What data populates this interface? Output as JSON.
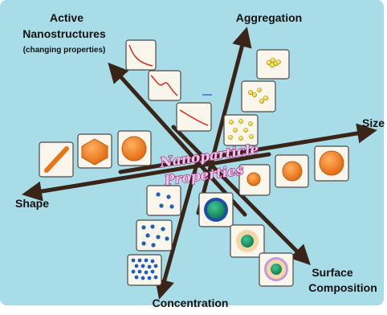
{
  "colors": {
    "background": "#ffffff",
    "panel": "#a8dde8",
    "arrow": "#3a2418",
    "tile": "#fbf6ec",
    "tile_border": "#4a4a4a",
    "orange": "#f08020",
    "orange_dark": "#d0600a",
    "blue_dot": "#1f5fb5",
    "green": "#1c9a6a",
    "tan_shell": "#f5d6a8",
    "yellow": "#f5e02a",
    "red_curve": "#d23a2a",
    "center_text": "#f7c3e8",
    "center_stroke": "#8e1b6e"
  },
  "title": {
    "line1": "Nanoparticle",
    "line2": "Properties"
  },
  "axes": {
    "active": {
      "line1": "Active",
      "line2": "Nanostructures",
      "sub": "(changing properties)"
    },
    "aggregation": {
      "label": "Aggregation"
    },
    "size": {
      "label": "Size"
    },
    "shape": {
      "label": "Shape"
    },
    "concentration": {
      "label": "Concentration"
    },
    "surface": {
      "line1": "Surface",
      "line2": "Composition"
    }
  },
  "icons": {
    "active": [
      "curve-decay-icon",
      "curve-wave-icon",
      "curve-flat-icon"
    ],
    "aggregation": [
      "cluster-icon",
      "small-aggregate-icon",
      "dispersed-dots-icon"
    ],
    "size": [
      "small-sphere-icon",
      "medium-sphere-icon",
      "large-sphere-icon"
    ],
    "shape": [
      "rod-icon",
      "hexagon-icon",
      "sphere-icon"
    ],
    "concentration": [
      "low-concentration-icon",
      "medium-concentration-icon",
      "high-concentration-icon"
    ],
    "surface": [
      "core-shell-blue-icon",
      "core-shell-tan-icon",
      "core-shell-purple-icon"
    ]
  }
}
